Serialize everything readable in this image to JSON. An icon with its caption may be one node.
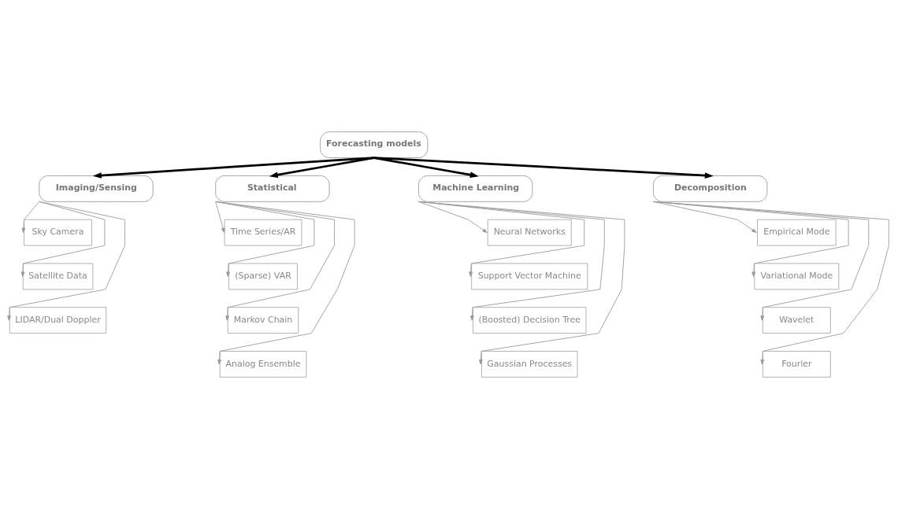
{
  "diagram": {
    "nodes": [
      {
        "text": [
          "Forecasting models"
        ]
      },
      {
        "text": [
          "Imaging/Sensing"
        ]
      },
      {
        "text": [
          "Statistical"
        ]
      },
      {
        "text": [
          "Machine Learning"
        ]
      },
      {
        "text": [
          "Decomposition"
        ]
      },
      {
        "text": [
          "Sky Camera"
        ]
      },
      {
        "text": [
          "Satellite Data"
        ]
      },
      {
        "text": [
          "LIDAR/Dual Doppler"
        ]
      },
      {
        "text": [
          "Time Series/AR"
        ]
      },
      {
        "text": [
          "(Sparse) VAR"
        ]
      },
      {
        "text": [
          "Markov Chain"
        ]
      },
      {
        "text": [
          "Analog Ensemble"
        ]
      },
      {
        "text": [
          "Neural Networks"
        ]
      },
      {
        "text": [
          "Support Vector Machine"
        ]
      },
      {
        "text": [
          "(Boosted) Decision Tree"
        ]
      },
      {
        "text": [
          "Gaussian Processes"
        ]
      },
      {
        "text": [
          "Empirical Mode"
        ]
      },
      {
        "text": [
          "Variational Mode"
        ]
      },
      {
        "text": [
          "Wavelet"
        ]
      },
      {
        "text": [
          "Fourier"
        ]
      }
    ],
    "edges": [
      {
        "from": 0,
        "to": 1,
        "arrow": "to",
        "style": "thick",
        "color": "#000000"
      },
      {
        "from": 0,
        "to": 2,
        "arrow": "to",
        "style": "thick",
        "color": "#000000"
      },
      {
        "from": 0,
        "to": 3,
        "arrow": "to",
        "style": "thick",
        "color": "#000000"
      },
      {
        "from": 0,
        "to": 4,
        "arrow": "to",
        "style": "thick",
        "color": "#000000"
      },
      {
        "from": 1,
        "to": 5,
        "arrow": "to"
      },
      {
        "from": 1,
        "to": 6,
        "arrow": "to"
      },
      {
        "from": 1,
        "to": 7,
        "arrow": "to"
      },
      {
        "from": 2,
        "to": 8,
        "arrow": "to"
      },
      {
        "from": 2,
        "to": 9,
        "arrow": "to"
      },
      {
        "from": 2,
        "to": 10,
        "arrow": "to"
      },
      {
        "from": 2,
        "to": 11,
        "arrow": "to"
      },
      {
        "from": 3,
        "to": 12,
        "arrow": "to"
      },
      {
        "from": 3,
        "to": 13,
        "arrow": "to"
      },
      {
        "from": 3,
        "to": 14,
        "arrow": "to"
      },
      {
        "from": 3,
        "to": 15,
        "arrow": "to"
      },
      {
        "from": 4,
        "to": 16,
        "arrow": "to"
      },
      {
        "from": 4,
        "to": 17,
        "arrow": "to"
      },
      {
        "from": 4,
        "to": 18,
        "arrow": "to"
      },
      {
        "from": 4,
        "to": 19,
        "arrow": "to"
      }
    ]
  }
}
